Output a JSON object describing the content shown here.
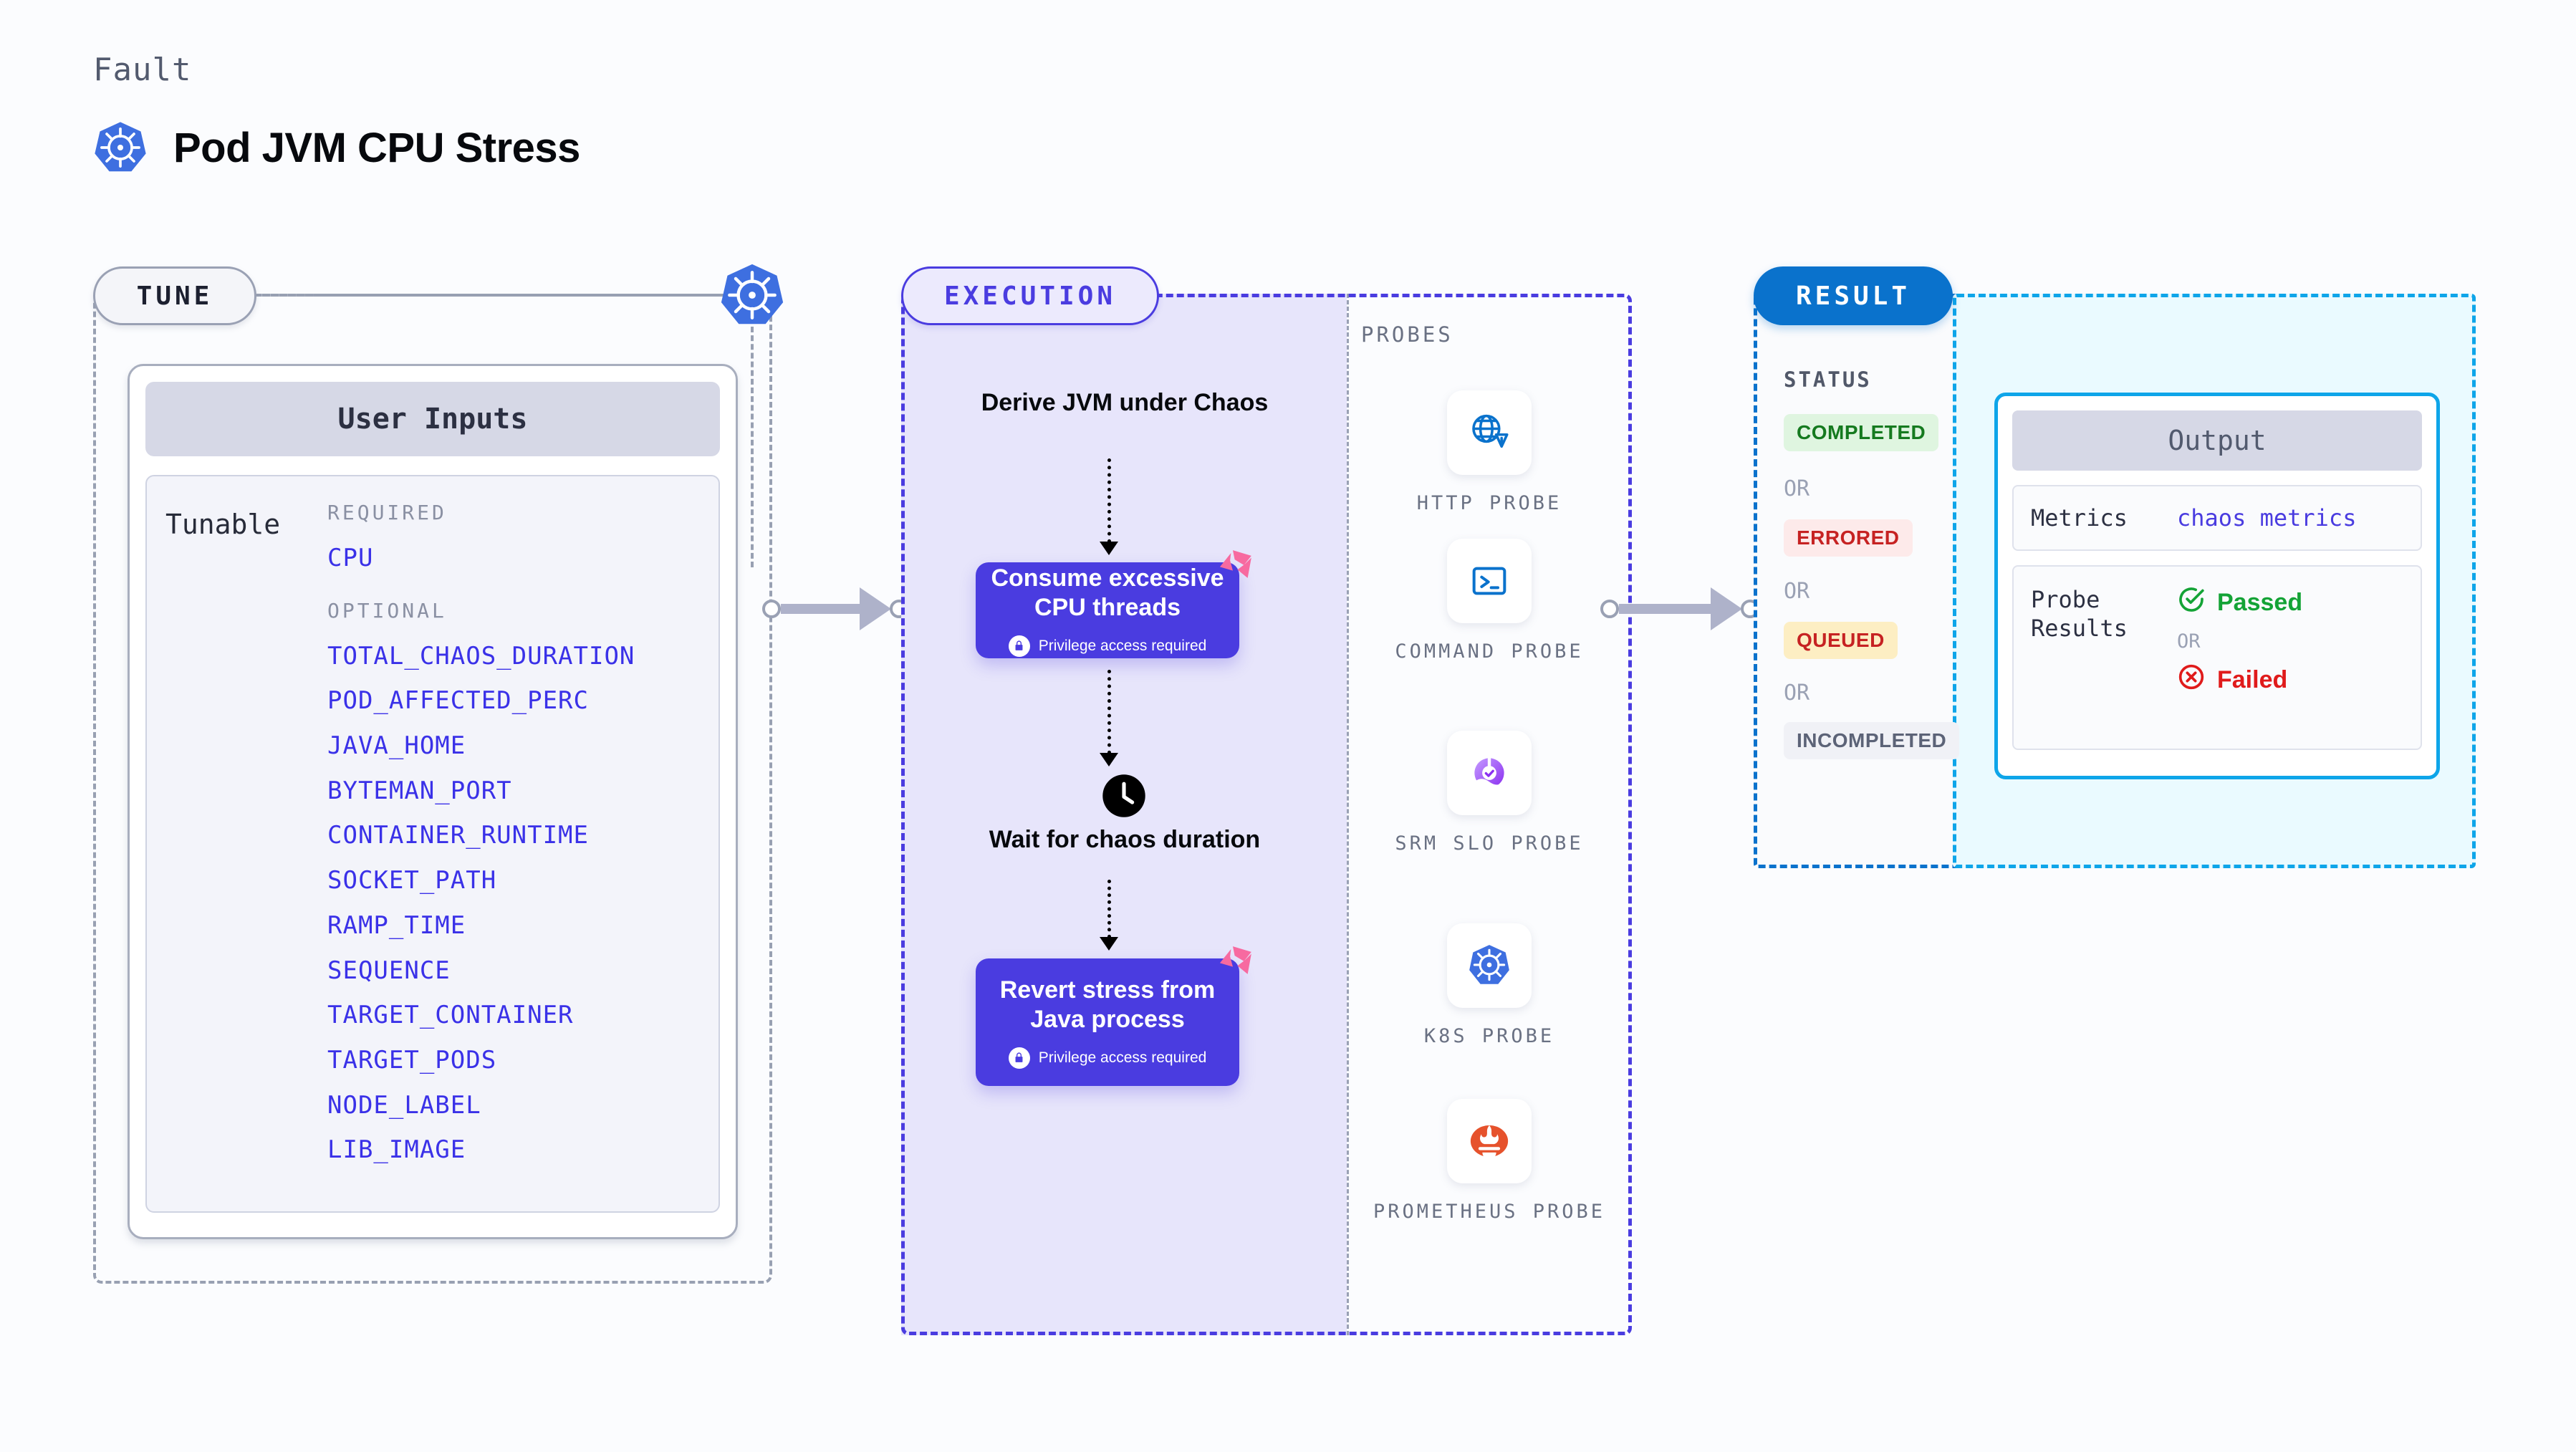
{
  "header": {
    "kicker": "Fault",
    "title": "Pod JVM CPU Stress",
    "icon": "kubernetes-icon"
  },
  "tune": {
    "pill_label": "TUNE",
    "k8s_icon": "kubernetes-icon",
    "card_title": "User Inputs",
    "tunable_label": "Tunable",
    "required_label": "REQUIRED",
    "optional_label": "OPTIONAL",
    "required_params": [
      "CPU"
    ],
    "optional_params": [
      "TOTAL_CHAOS_DURATION",
      "POD_AFFECTED_PERC",
      "JAVA_HOME",
      "BYTEMAN_PORT",
      "CONTAINER_RUNTIME",
      "SOCKET_PATH",
      "RAMP_TIME",
      "SEQUENCE",
      "TARGET_CONTAINER",
      "TARGET_PODS",
      "NODE_LABEL",
      "LIB_IMAGE"
    ]
  },
  "execution": {
    "pill_label": "EXECUTION",
    "steps": [
      {
        "type": "text",
        "label": "Derive JVM under Chaos"
      },
      {
        "type": "block",
        "label": "Consume excessive CPU threads",
        "note": "Privilege access required",
        "badge": "litmus-icon"
      },
      {
        "type": "text",
        "label": "Wait for chaos duration",
        "icon": "clock-icon"
      },
      {
        "type": "block",
        "label": "Revert stress from Java process",
        "note": "Privilege access required",
        "badge": "litmus-icon"
      }
    ]
  },
  "probes": {
    "title": "PROBES",
    "items": [
      {
        "label": "HTTP PROBE",
        "icon": "globe-warning-icon"
      },
      {
        "label": "COMMAND PROBE",
        "icon": "terminal-icon"
      },
      {
        "label": "SRM SLO PROBE",
        "icon": "slo-donut-icon"
      },
      {
        "label": "K8S PROBE",
        "icon": "kubernetes-icon"
      },
      {
        "label": "PROMETHEUS PROBE",
        "icon": "prometheus-icon"
      }
    ]
  },
  "result": {
    "pill_label": "RESULT",
    "status_title": "STATUS",
    "or_label": "OR",
    "statuses": [
      {
        "label": "COMPLETED",
        "bg": "#dff5e0",
        "fg": "#157a1f"
      },
      {
        "label": "ERRORED",
        "bg": "#fdeaea",
        "fg": "#c62222"
      },
      {
        "label": "QUEUED",
        "bg": "#fdeec3",
        "fg": "#c62222"
      },
      {
        "label": "INCOMPLETED",
        "bg": "#f0f1f6",
        "fg": "#5c6377"
      }
    ],
    "output": {
      "title": "Output",
      "metrics_key": "Metrics",
      "metrics_value": "chaos metrics",
      "probe_results_key": "Probe Results",
      "passed_label": "Passed",
      "failed_label": "Failed",
      "or_label": "OR",
      "passed_color": "#14a336",
      "failed_color": "#e01b1b",
      "passed_icon": "check-circle-icon",
      "failed_icon": "x-circle-icon"
    }
  },
  "connectors": {
    "tune_to_execution": "arrow-right",
    "execution_to_result": "arrow-right"
  }
}
